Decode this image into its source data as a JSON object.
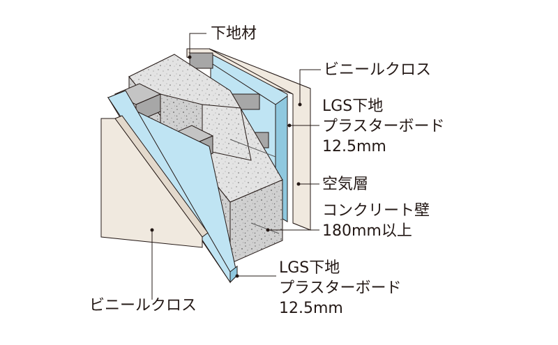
{
  "labels": {
    "base_material": "下地材",
    "vinyl_cloth_right": "ビニールクロス",
    "lgs_board_right": {
      "line1": "LGS下地",
      "line2": "プラスターボード",
      "line3": "12.5mm"
    },
    "air_layer": "空気層",
    "concrete_wall": {
      "line1": "コンクリート壁",
      "line2": "180mm以上"
    },
    "lgs_board_front": {
      "line1": "LGS下地",
      "line2": "プラスターボード",
      "line3": "12.5mm"
    },
    "vinyl_cloth_left": "ビニールクロス"
  },
  "colors": {
    "cloth": "#f0e9df",
    "board": "#bfe4f3",
    "board_dark": "#8fc8df",
    "concrete": "#d2d2d2",
    "concrete_top": "#e2e2e2",
    "stud": "#a7a7a7",
    "stud_light": "#c4c4c4",
    "outline": "#231815"
  }
}
